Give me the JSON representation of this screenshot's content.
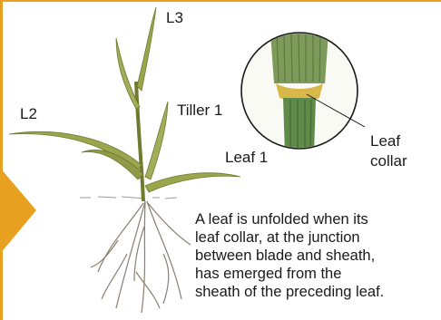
{
  "labels": {
    "l3": "L3",
    "l2": "L2",
    "tiller": "Tiller 1",
    "leaf1": "Leaf 1",
    "collar_line1": "Leaf",
    "collar_line2": "collar"
  },
  "caption": {
    "lines": [
      "A leaf is unfolded when its",
      "leaf collar, at the junction",
      "between blade and sheath,",
      "has emerged from the",
      "sheath of the preceding leaf."
    ]
  },
  "colors": {
    "accent": "#e8a020",
    "leaf": "#9aa64e",
    "leaf_dark": "#6f7a2e",
    "root": "#8a7f70",
    "collar": "#d9b84a"
  }
}
